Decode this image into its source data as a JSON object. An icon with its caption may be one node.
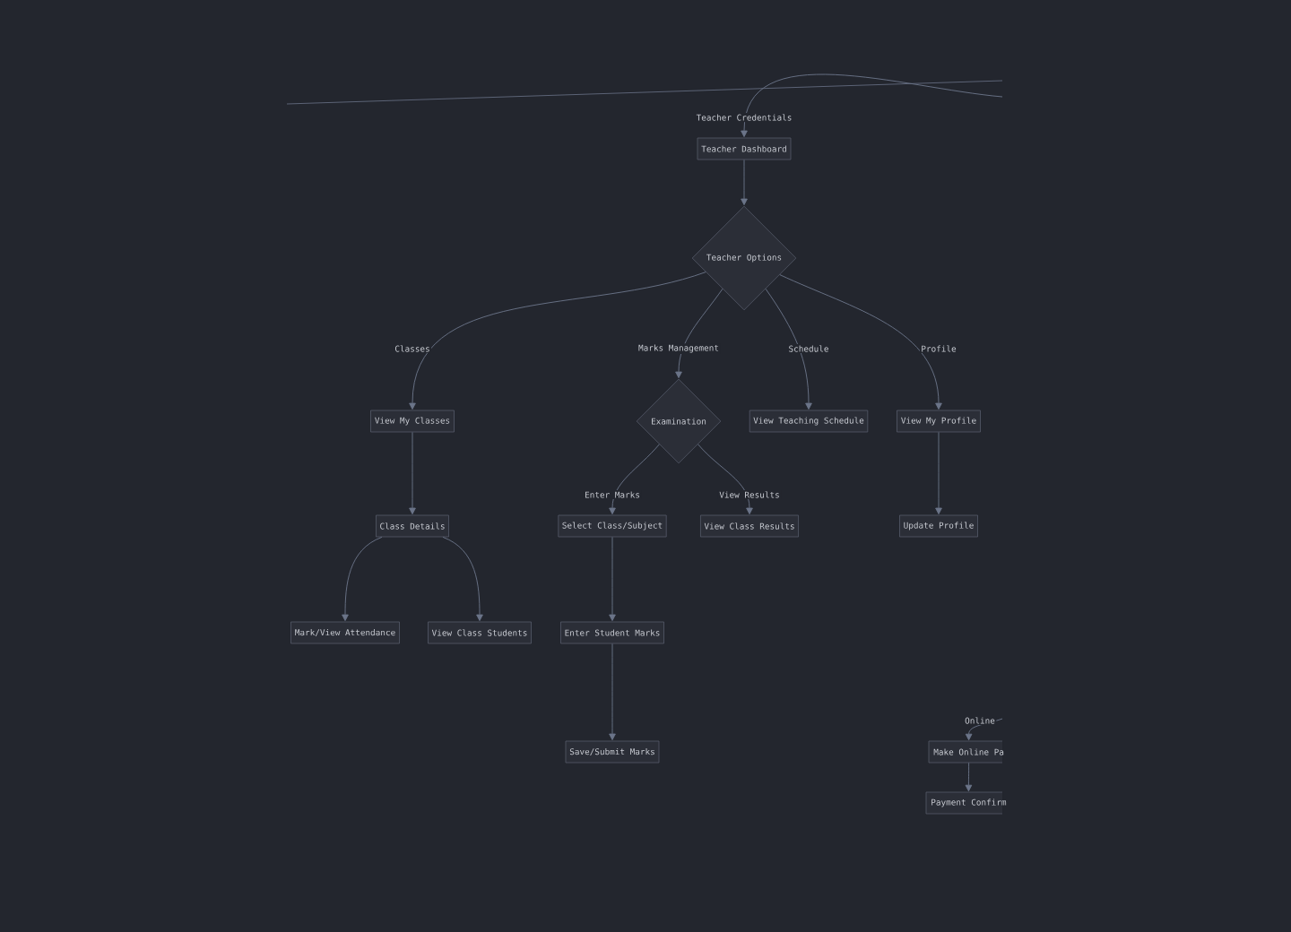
{
  "diagram": {
    "nodes": [
      {
        "text": [
          "Teacher Dashboard"
        ]
      },
      {
        "text": [
          "Teacher Options"
        ]
      },
      {
        "text": [
          "View My Classes"
        ]
      },
      {
        "text": [
          "Examination"
        ]
      },
      {
        "text": [
          "View Teaching Schedule"
        ]
      },
      {
        "text": [
          "View My Profile"
        ]
      },
      {
        "text": [
          "Class Details"
        ]
      },
      {
        "text": [
          "Select Class/Subject"
        ]
      },
      {
        "text": [
          "View Class Results"
        ]
      },
      {
        "text": [
          "Update Profile"
        ]
      },
      {
        "text": [
          "Mark/View Attendance"
        ]
      },
      {
        "text": [
          "View Class Students"
        ]
      },
      {
        "text": [
          "Enter Student Marks"
        ]
      },
      {
        "text": [
          "Save/Submit Marks"
        ]
      },
      {
        "text": [
          "Make Online Pa"
        ]
      },
      {
        "text": [
          "Payment Confirm"
        ]
      }
    ],
    "edges": [
      {
        "from": null,
        "to": 0,
        "arrow": "to",
        "label": "Teacher Credentials"
      },
      {
        "from": 0,
        "to": 1,
        "arrow": "to"
      },
      {
        "from": 1,
        "to": 2,
        "arrow": "to",
        "label": "Classes"
      },
      {
        "from": 1,
        "to": 3,
        "arrow": "to",
        "label": "Marks Management"
      },
      {
        "from": 1,
        "to": 4,
        "arrow": "to",
        "label": "Schedule"
      },
      {
        "from": 1,
        "to": 5,
        "arrow": "to",
        "label": "Profile"
      },
      {
        "from": 3,
        "to": 7,
        "arrow": "to",
        "label": "Enter Marks"
      },
      {
        "from": 3,
        "to": 8,
        "arrow": "to",
        "label": "View Results"
      },
      {
        "from": 2,
        "to": 6,
        "arrow": "to"
      },
      {
        "from": 6,
        "to": 10,
        "arrow": "to"
      },
      {
        "from": 6,
        "to": 11,
        "arrow": "to"
      },
      {
        "from": 7,
        "to": 12,
        "arrow": "to"
      },
      {
        "from": 12,
        "to": 13,
        "arrow": "to"
      },
      {
        "from": 5,
        "to": 9,
        "arrow": "to"
      },
      {
        "from": null,
        "to": 14,
        "arrow": "to",
        "label": "Online"
      },
      {
        "from": 14,
        "to": 15,
        "arrow": "to"
      }
    ]
  }
}
